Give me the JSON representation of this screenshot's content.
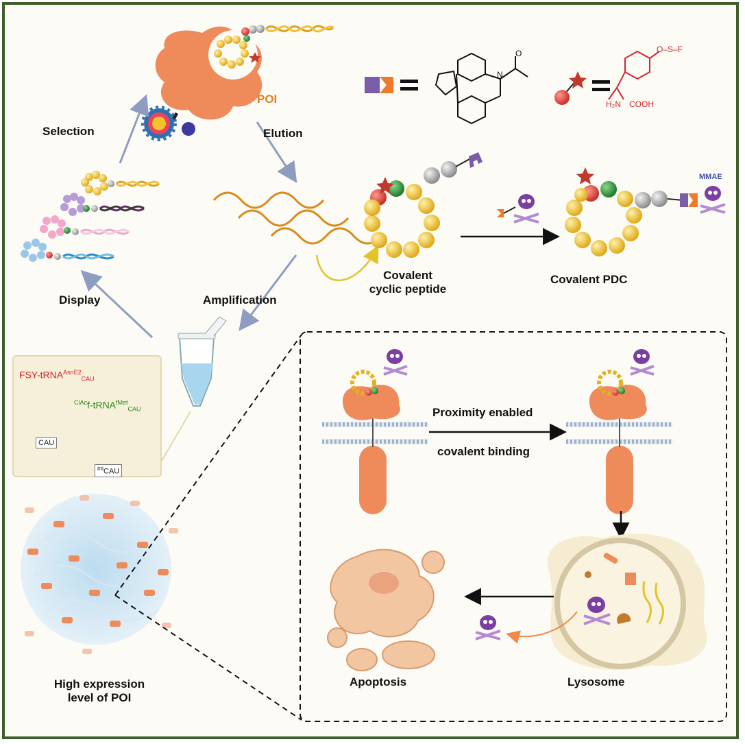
{
  "labels": {
    "poi": "POI",
    "selection": "Selection",
    "elution": "Elution",
    "display": "Display",
    "amplification": "Amplification",
    "covalent_cyclic_peptide_line1": "Covalent",
    "covalent_cyclic_peptide_line2": "cyclic peptide",
    "covalent_pdc": "Covalent PDC",
    "mmae": "MMAE",
    "proximity_enabled": "Proximity enabled",
    "covalent_binding": "covalent binding",
    "apoptosis": "Apoptosis",
    "lysosome": "Lysosome",
    "high_expression_line1": "High expression",
    "high_expression_line2": "level of POI"
  },
  "trna": {
    "fsy_base": "FSY-tRNA",
    "fsy_sup": "AsnE2",
    "fsy_sub": "CAU",
    "clac_pre": "ClAc",
    "clac_base": "f-tRNA",
    "clac_sup": "fMet",
    "clac_sub": "CAU",
    "anticodon1": "CAU",
    "anticodon2_pre": "ini",
    "anticodon2": "CAU"
  },
  "chem": {
    "equals": "=",
    "o_atom": "O",
    "n_atom": "N",
    "o_s_f": "O–S–F",
    "h2n": "H₂N",
    "cooh": "COOH"
  },
  "colors": {
    "frame": "#3e5e2a",
    "poi": "#ef8a5a",
    "bead_yellow": "#f2c230",
    "bead_red": "#e0453c",
    "bead_green": "#2e9a3c",
    "bead_gray": "#a9a9a9",
    "linker_purple": "#7a5ca8",
    "linker_orange": "#ee7a2a",
    "skull_purple": "#7a3fa0",
    "arrow_gray": "#8e9cc2",
    "fsy_red": "#d6252b",
    "clac_green": "#2f8a1e"
  }
}
